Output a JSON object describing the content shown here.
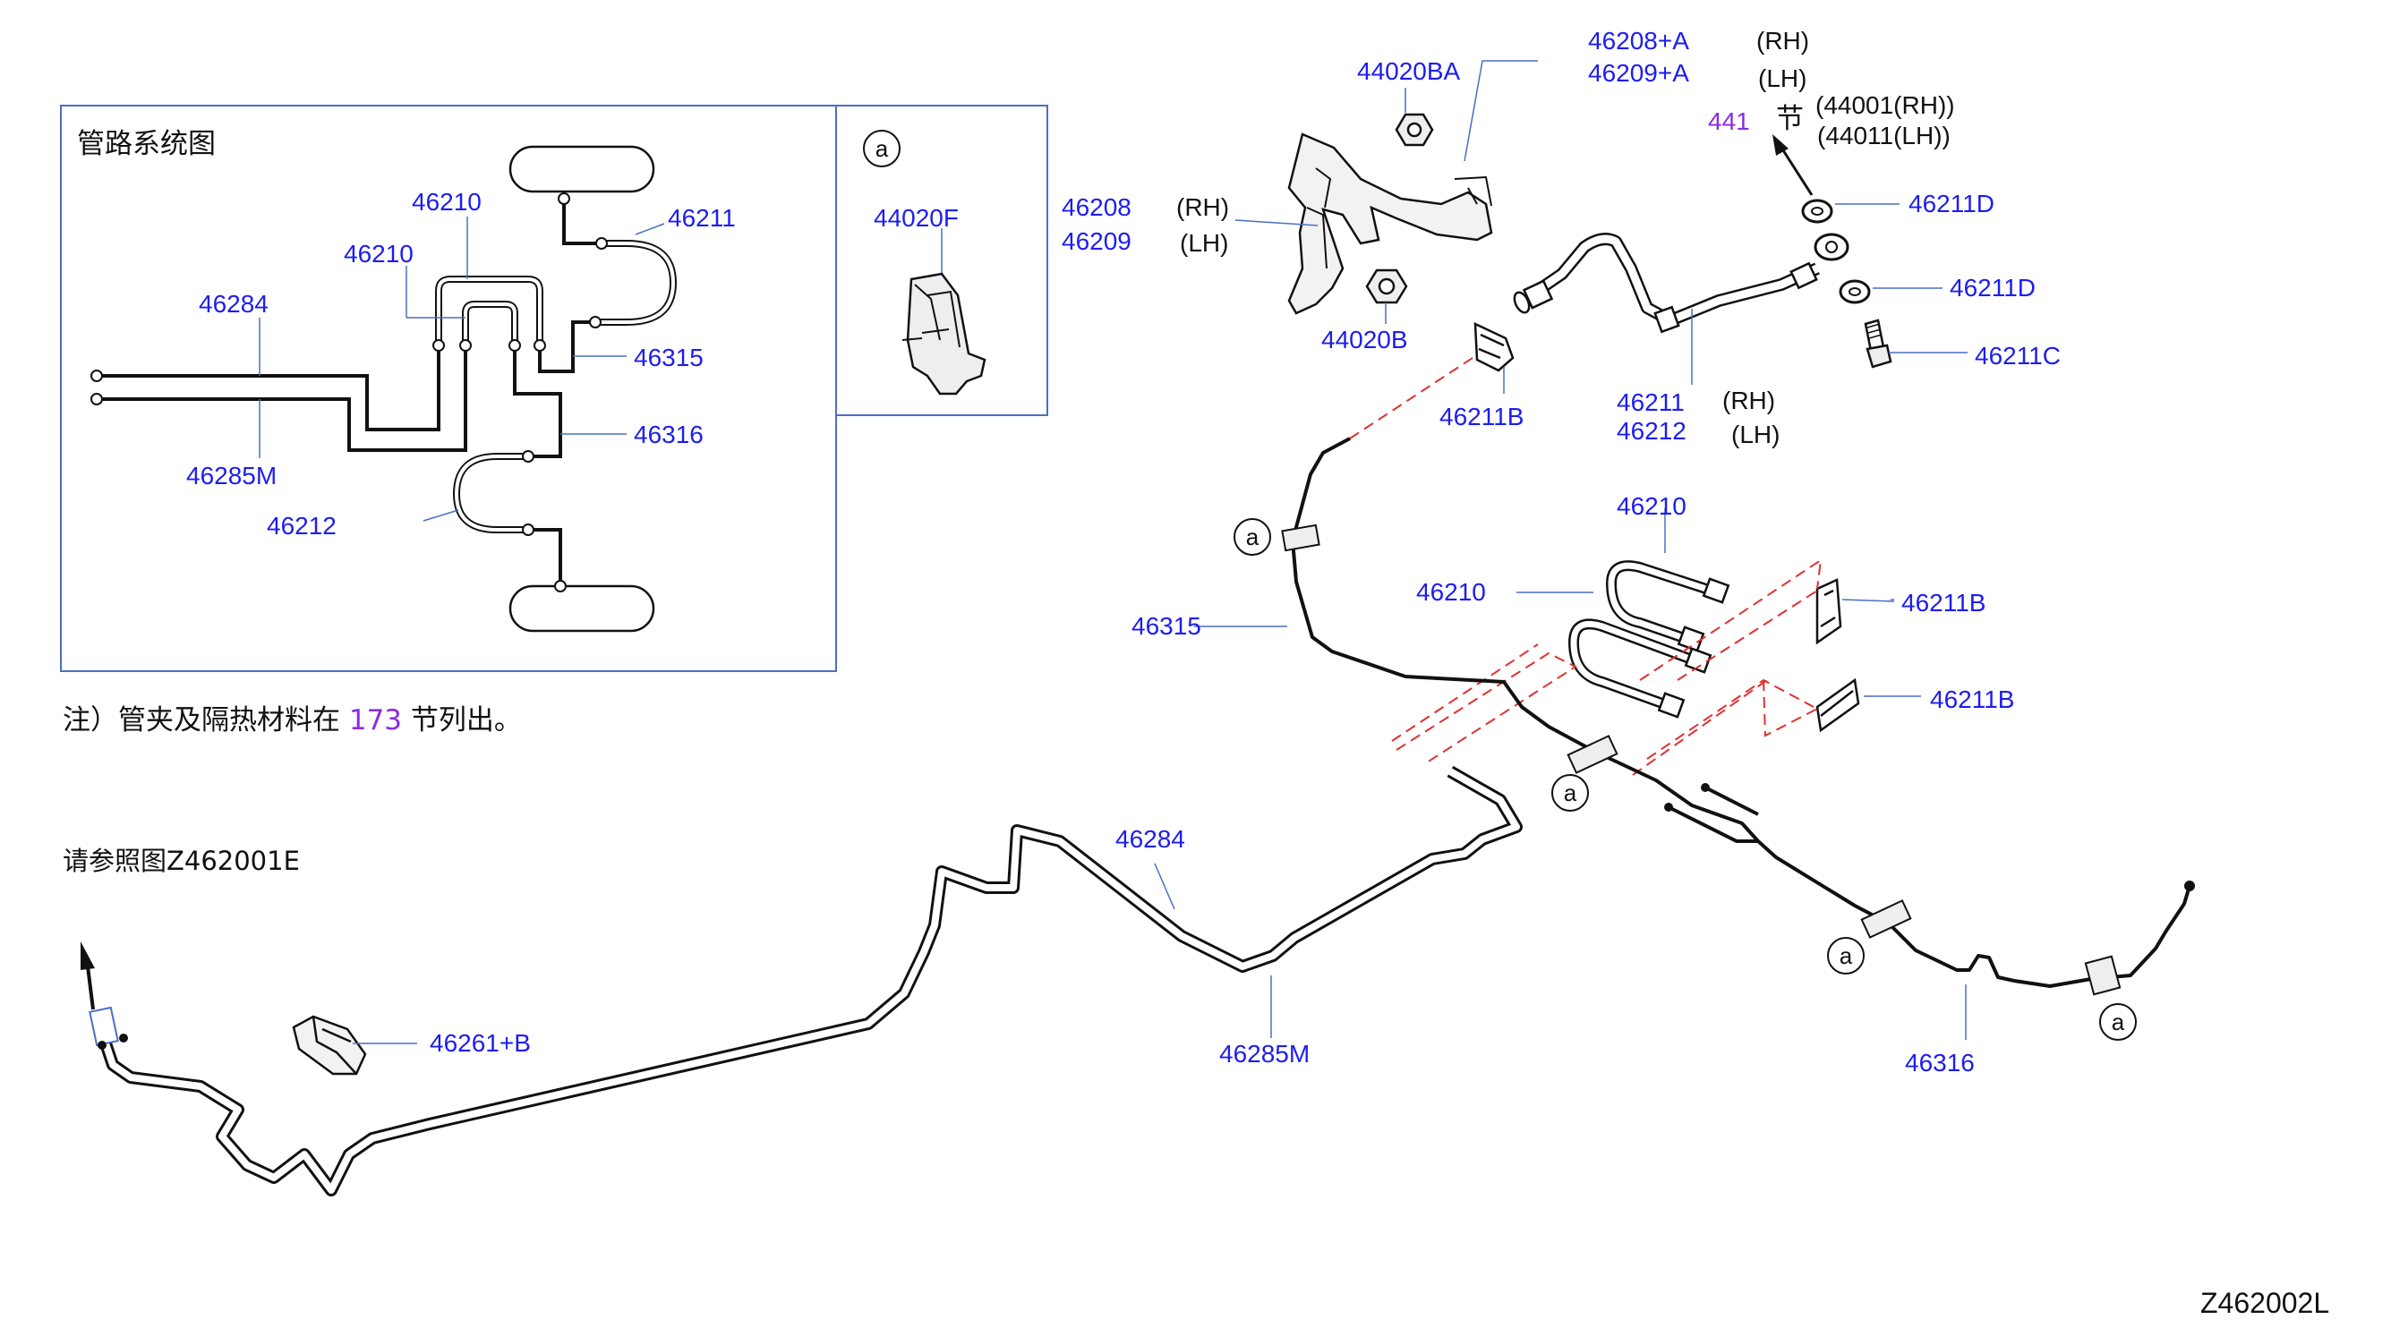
{
  "colors": {
    "part_label": "#1d1df0",
    "reference": "#8a2be2",
    "frame": "#4a6fc4",
    "dashed_guide": "#e03030",
    "line": "#111111"
  },
  "inset": {
    "title": "管路系统图",
    "parts": {
      "p46210_a": "46210",
      "p46210_b": "46210",
      "p46211": "46211",
      "p46284": "46284",
      "p46315": "46315",
      "p46316": "46316",
      "p46285m": "46285M",
      "p46212": "46212"
    }
  },
  "detail_a": {
    "marker": "a",
    "part": "44020F",
    "p46208": "46208",
    "p46209": "46209",
    "rh": "(RH)",
    "lh": "(LH)"
  },
  "top": {
    "p44020ba": "44020BA",
    "p44020b": "44020B",
    "p46208a": "46208+A",
    "p46209a": "46209+A",
    "rh": "(RH)",
    "lh": "(LH)",
    "ref_section": "441",
    "ref_section_suffix": "节",
    "ref_44001": "(44001(RH))",
    "ref_44011": "(44011(LH))",
    "p46211d_1": "46211D",
    "p46211d_2": "46211D",
    "p46211c": "46211C",
    "p46211b_1": "46211B",
    "p46211_b": "46211",
    "p46212_b": "46212",
    "rh2": "(RH)",
    "lh2": "(LH)",
    "hp46208": "(RH)",
    "hp46209": "(LH)",
    "hn46208": "46208",
    "hn46209": "46209"
  },
  "main": {
    "p46315": "46315",
    "p46210_a": "46210",
    "p46210_b": "46210",
    "p46211b_2": "46211B",
    "p46211b_3": "46211B",
    "p46284": "46284",
    "p46285m": "46285M",
    "p46261b": "46261+B",
    "p46316": "46316",
    "marker_a": "a"
  },
  "note": {
    "prefix": "注）管夹及隔热材料在 ",
    "ref": "173",
    "suffix": " 节列出。"
  },
  "see_also": "请参照图Z462001E",
  "figure_id": "Z462002L"
}
